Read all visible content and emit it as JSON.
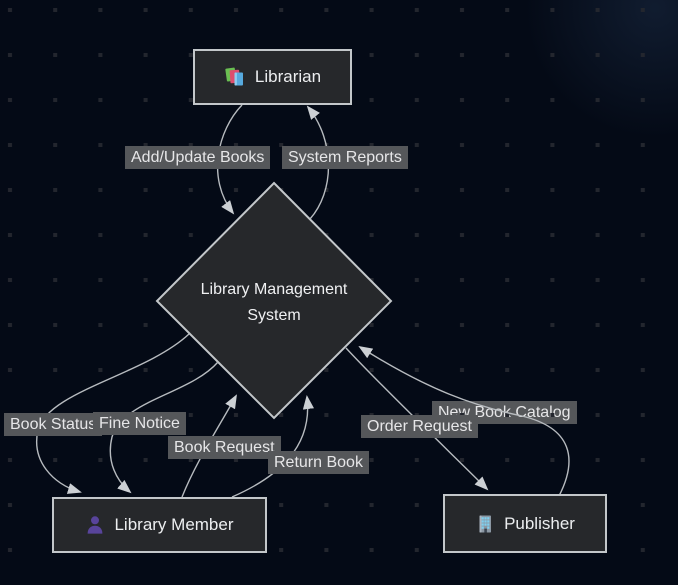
{
  "diagram_type": "data-flow-diagram",
  "nodes": {
    "librarian": {
      "label": "Librarian",
      "icon": "books-icon"
    },
    "system": {
      "label": "Library Management System",
      "line1": "Library Management",
      "line2": "System",
      "shape": "diamond"
    },
    "member": {
      "label": "Library Member",
      "icon": "person-icon"
    },
    "publisher": {
      "label": "Publisher",
      "icon": "building-icon"
    }
  },
  "edges": [
    {
      "from": "Librarian",
      "to": "Library Management System",
      "label": "Add/Update Books"
    },
    {
      "from": "Library Management System",
      "to": "Librarian",
      "label": "System Reports"
    },
    {
      "from": "Library Management System",
      "to": "Library Member",
      "label": "Book Status"
    },
    {
      "from": "Library Management System",
      "to": "Library Member",
      "label": "Fine Notice"
    },
    {
      "from": "Library Member",
      "to": "Library Management System",
      "label": "Book Request"
    },
    {
      "from": "Library Member",
      "to": "Library Management System",
      "label": "Return Book"
    },
    {
      "from": "Library Management System",
      "to": "Publisher",
      "label": "Order Request"
    },
    {
      "from": "Publisher",
      "to": "Library Management System",
      "label": "New Book Catalog"
    }
  ],
  "colors": {
    "background": "#040a16",
    "grid_dot": "#23262e",
    "node_fill": "#26282b",
    "node_border": "#c3c7ca",
    "edge_line": "#b7bbbf",
    "label_bg": "#55575a",
    "label_text": "#e6e6e8",
    "node_text": "#eceef0",
    "person_icon": "#58449b",
    "book_green": "#6abf52",
    "book_red": "#dd4e6e",
    "book_blue": "#57aadf",
    "building_body": "#8b97a3",
    "building_window": "#7fd0f0"
  }
}
